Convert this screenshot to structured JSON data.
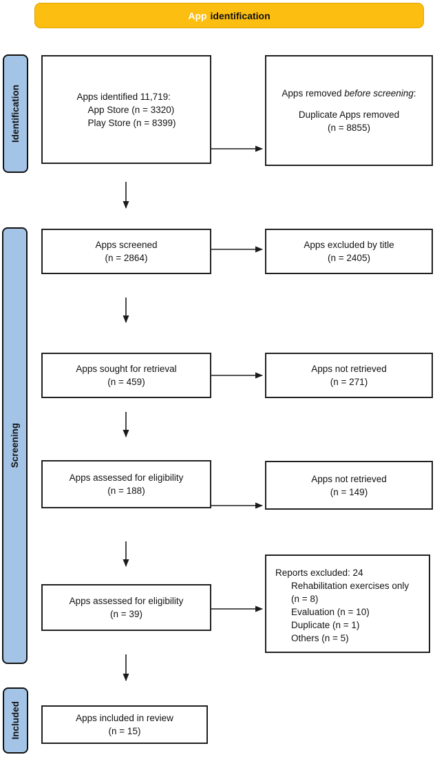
{
  "banner": {
    "prefix": "App",
    "title": "identification"
  },
  "sidebar": {
    "identification": "Identification",
    "screening": "Screening",
    "included": "Included"
  },
  "boxes": {
    "identified": {
      "line1": "Apps identified 11,719:",
      "line2": "App Store (n = 3320)",
      "line3": "Play Store (n = 8399)"
    },
    "removed_before_screening": {
      "line1_prefix": "Apps removed ",
      "line1_italic": "before screening",
      "line1_suffix": ":",
      "line2": "Duplicate Apps removed",
      "line3": "(n = 8855)"
    },
    "screened": {
      "line1": "Apps screened",
      "line2": "(n = 2864)"
    },
    "excluded_by_title": {
      "line1": "Apps excluded by title",
      "line2": "(n = 2405)"
    },
    "sought_for_retrieval": {
      "line1": "Apps sought for retrieval",
      "line2": "(n = 459)"
    },
    "not_retrieved_1": {
      "line1": "Apps not retrieved",
      "line2": "(n = 271)"
    },
    "assessed_eligibility_1": {
      "line1": "Apps assessed for eligibility",
      "line2": "(n = 188)"
    },
    "not_retrieved_2": {
      "line1": "Apps not retrieved",
      "line2": "(n = 149)"
    },
    "assessed_eligibility_2": {
      "line1": "Apps assessed for eligibility",
      "line2": "(n = 39)"
    },
    "reports_excluded": {
      "line1": "Reports excluded: 24",
      "items": [
        "Rehabilitation exercises only",
        "(n = 8)",
        "Evaluation (n = 10)",
        "Duplicate (n = 1)",
        "Others (n = 5)"
      ]
    },
    "included_in_review": {
      "line1": "Apps included in review",
      "line2": "(n = 15)"
    }
  },
  "colors": {
    "banner_fill": "#FCBE10",
    "sidebar_fill": "#A3C4E6"
  }
}
